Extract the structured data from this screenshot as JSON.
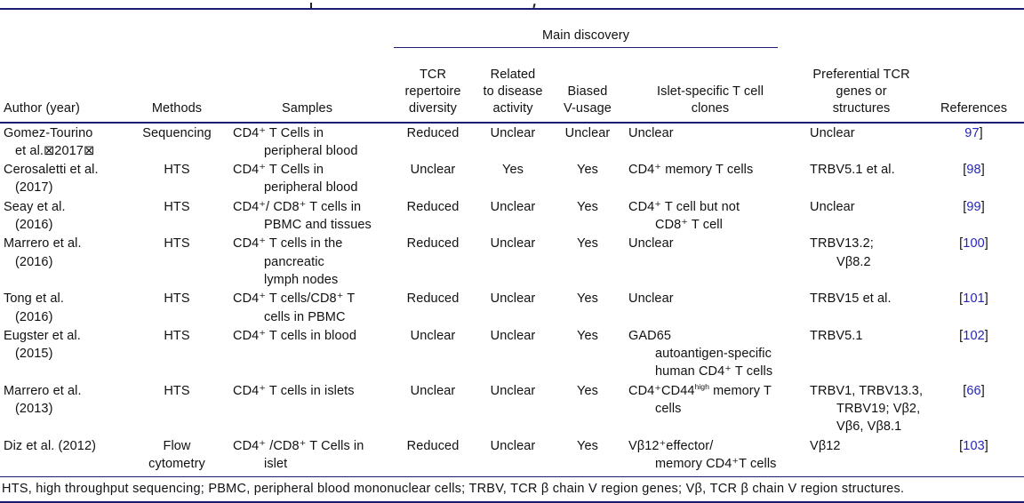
{
  "colors": {
    "rule_navy": "#1b1b70",
    "reference_link_blue": "#2424bd",
    "text": "#111111"
  },
  "table": {
    "group_header": "Main discovery",
    "columns": [
      {
        "id": "author",
        "label": "Author (year)"
      },
      {
        "id": "methods",
        "label": "Methods"
      },
      {
        "id": "samples",
        "label": "Samples"
      },
      {
        "id": "tcr",
        "label": "TCR\nrepertoire\ndiversity"
      },
      {
        "id": "disease",
        "label": "Related\nto disease\nactivity"
      },
      {
        "id": "biased",
        "label": "Biased\nV-usage"
      },
      {
        "id": "islet",
        "label": "Islet-specific T cell\nclones"
      },
      {
        "id": "pref",
        "label": "Preferential TCR\ngenes or\nstructures"
      },
      {
        "id": "refs",
        "label": "References"
      }
    ],
    "rows": [
      {
        "author": "Gomez-Tourino\net al.⊠2017⊠",
        "methods": "Sequencing",
        "samples": "CD4⁺ T Cells in\nperipheral blood",
        "tcr": "Reduced",
        "disease": "Unclear",
        "biased": "Unclear",
        "islet": "Unclear",
        "pref": "Unclear",
        "ref_open": "",
        "ref_num": "97",
        "ref_close": "]"
      },
      {
        "author": "Cerosaletti et al.\n(2017)",
        "methods": "HTS",
        "samples": "CD4⁺ T Cells in\nperipheral blood",
        "tcr": "Unclear",
        "disease": "Yes",
        "biased": "Yes",
        "islet": "CD4⁺ memory T cells",
        "pref": "TRBV5.1 et al.",
        "ref_open": "[",
        "ref_num": "98",
        "ref_close": "]"
      },
      {
        "author": "Seay et al.\n(2016)",
        "methods": "HTS",
        "samples": "CD4⁺/ CD8⁺ T cells in\nPBMC and tissues",
        "tcr": "Reduced",
        "disease": "Unclear",
        "biased": "Yes",
        "islet": "CD4⁺ T cell but not\nCD8⁺ T cell",
        "pref": "Unclear",
        "ref_open": "[",
        "ref_num": "99",
        "ref_close": "]"
      },
      {
        "author": "Marrero et al.\n(2016)",
        "methods": "HTS",
        "samples": "CD4⁺ T cells in the\npancreatic\nlymph nodes",
        "tcr": "Reduced",
        "disease": "Unclear",
        "biased": "Yes",
        "islet": "Unclear",
        "pref": "TRBV13.2;\nVβ8.2",
        "ref_open": "[",
        "ref_num": "100",
        "ref_close": "]"
      },
      {
        "author": "Tong et al.\n(2016)",
        "methods": "HTS",
        "samples": "CD4⁺ T cells/CD8⁺ T\ncells in PBMC",
        "tcr": "Reduced",
        "disease": "Unclear",
        "biased": "Yes",
        "islet": "Unclear",
        "pref": "TRBV15 et al.",
        "ref_open": "[",
        "ref_num": "101",
        "ref_close": "]"
      },
      {
        "author": "Eugster et al.\n(2015)",
        "methods": "HTS",
        "samples": "CD4⁺ T cells in blood",
        "tcr": "Unclear",
        "disease": "Unclear",
        "biased": "Yes",
        "islet": "GAD65\nautoantigen-specific\nhuman CD4⁺ T cells",
        "pref": "TRBV5.1",
        "ref_open": "[",
        "ref_num": "102",
        "ref_close": "]"
      },
      {
        "author": "Marrero et al.\n(2013)",
        "methods": "HTS",
        "samples": "CD4⁺ T cells in islets",
        "tcr": "Unclear",
        "disease": "Unclear",
        "biased": "Yes",
        "islet_pre": "CD4⁺CD44",
        "islet_sup": "high",
        "islet_post": " memory T\ncells",
        "pref": "TRBV1, TRBV13.3,\nTRBV19; Vβ2,\nVβ6, Vβ8.1",
        "ref_open": "[",
        "ref_num": "66",
        "ref_close": "]"
      },
      {
        "author": "Diz et al. (2012)",
        "methods": "Flow\ncytometry",
        "samples": "CD4⁺ /CD8⁺ T Cells in\nislet",
        "tcr": "Reduced",
        "disease": "Unclear",
        "biased": "Yes",
        "islet": "Vβ12⁺effector/\nmemory CD4⁺T cells",
        "pref": "Vβ12",
        "ref_open": "[",
        "ref_num": "103",
        "ref_close": "]"
      }
    ]
  },
  "footnote": "HTS, high throughput sequencing; PBMC, peripheral blood mononuclear cells; TRBV, TCR β chain V region genes; Vβ, TCR β chain V region structures."
}
